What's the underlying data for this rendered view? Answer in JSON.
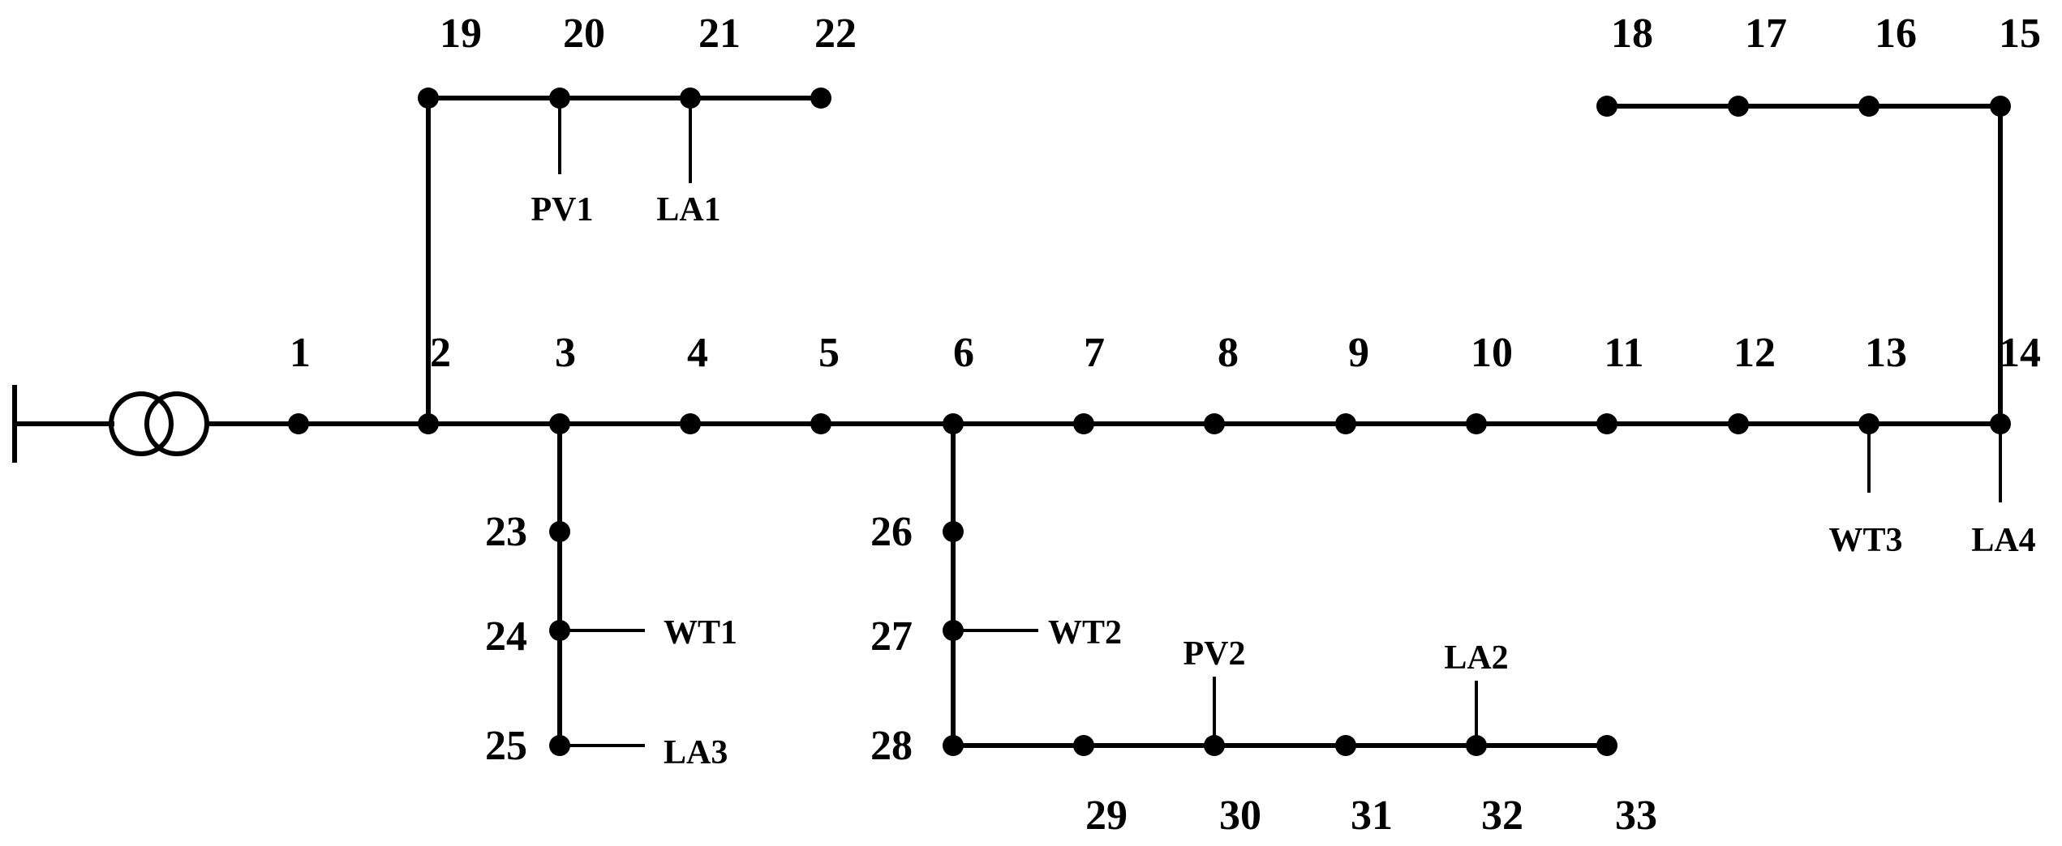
{
  "nodes": [
    {
      "id": "1",
      "label": "1"
    },
    {
      "id": "2",
      "label": "2"
    },
    {
      "id": "3",
      "label": "3"
    },
    {
      "id": "4",
      "label": "4"
    },
    {
      "id": "5",
      "label": "5"
    },
    {
      "id": "6",
      "label": "6"
    },
    {
      "id": "7",
      "label": "7"
    },
    {
      "id": "8",
      "label": "8"
    },
    {
      "id": "9",
      "label": "9"
    },
    {
      "id": "10",
      "label": "10"
    },
    {
      "id": "11",
      "label": "11"
    },
    {
      "id": "12",
      "label": "12"
    },
    {
      "id": "13",
      "label": "13"
    },
    {
      "id": "14",
      "label": "14"
    },
    {
      "id": "15",
      "label": "15"
    },
    {
      "id": "16",
      "label": "16"
    },
    {
      "id": "17",
      "label": "17"
    },
    {
      "id": "18",
      "label": "18"
    },
    {
      "id": "19",
      "label": "19"
    },
    {
      "id": "20",
      "label": "20"
    },
    {
      "id": "21",
      "label": "21"
    },
    {
      "id": "22",
      "label": "22"
    },
    {
      "id": "23",
      "label": "23"
    },
    {
      "id": "24",
      "label": "24"
    },
    {
      "id": "25",
      "label": "25"
    },
    {
      "id": "26",
      "label": "26"
    },
    {
      "id": "27",
      "label": "27"
    },
    {
      "id": "28",
      "label": "28"
    },
    {
      "id": "29",
      "label": "29"
    },
    {
      "id": "30",
      "label": "30"
    },
    {
      "id": "31",
      "label": "31"
    },
    {
      "id": "32",
      "label": "32"
    },
    {
      "id": "33",
      "label": "33"
    }
  ],
  "edges": [
    [
      "1",
      "2"
    ],
    [
      "2",
      "3"
    ],
    [
      "3",
      "4"
    ],
    [
      "4",
      "5"
    ],
    [
      "5",
      "6"
    ],
    [
      "6",
      "7"
    ],
    [
      "7",
      "8"
    ],
    [
      "8",
      "9"
    ],
    [
      "9",
      "10"
    ],
    [
      "10",
      "11"
    ],
    [
      "11",
      "12"
    ],
    [
      "12",
      "13"
    ],
    [
      "13",
      "14"
    ],
    [
      "14",
      "15"
    ],
    [
      "15",
      "16"
    ],
    [
      "16",
      "17"
    ],
    [
      "17",
      "18"
    ],
    [
      "2",
      "19"
    ],
    [
      "19",
      "20"
    ],
    [
      "20",
      "21"
    ],
    [
      "21",
      "22"
    ],
    [
      "3",
      "23"
    ],
    [
      "23",
      "24"
    ],
    [
      "24",
      "25"
    ],
    [
      "6",
      "26"
    ],
    [
      "26",
      "27"
    ],
    [
      "27",
      "28"
    ],
    [
      "28",
      "29"
    ],
    [
      "29",
      "30"
    ],
    [
      "30",
      "31"
    ],
    [
      "31",
      "32"
    ],
    [
      "32",
      "33"
    ]
  ],
  "devices": [
    {
      "label": "PV1",
      "bus": "20"
    },
    {
      "label": "LA1",
      "bus": "21"
    },
    {
      "label": "WT1",
      "bus": "24"
    },
    {
      "label": "LA3",
      "bus": "25"
    },
    {
      "label": "WT2",
      "bus": "27"
    },
    {
      "label": "PV2",
      "bus": "30"
    },
    {
      "label": "LA2",
      "bus": "32"
    },
    {
      "label": "WT3",
      "bus": "13"
    },
    {
      "label": "LA4",
      "bus": "14"
    }
  ],
  "source": {
    "type": "transformer-and-grid",
    "bus": "1"
  }
}
